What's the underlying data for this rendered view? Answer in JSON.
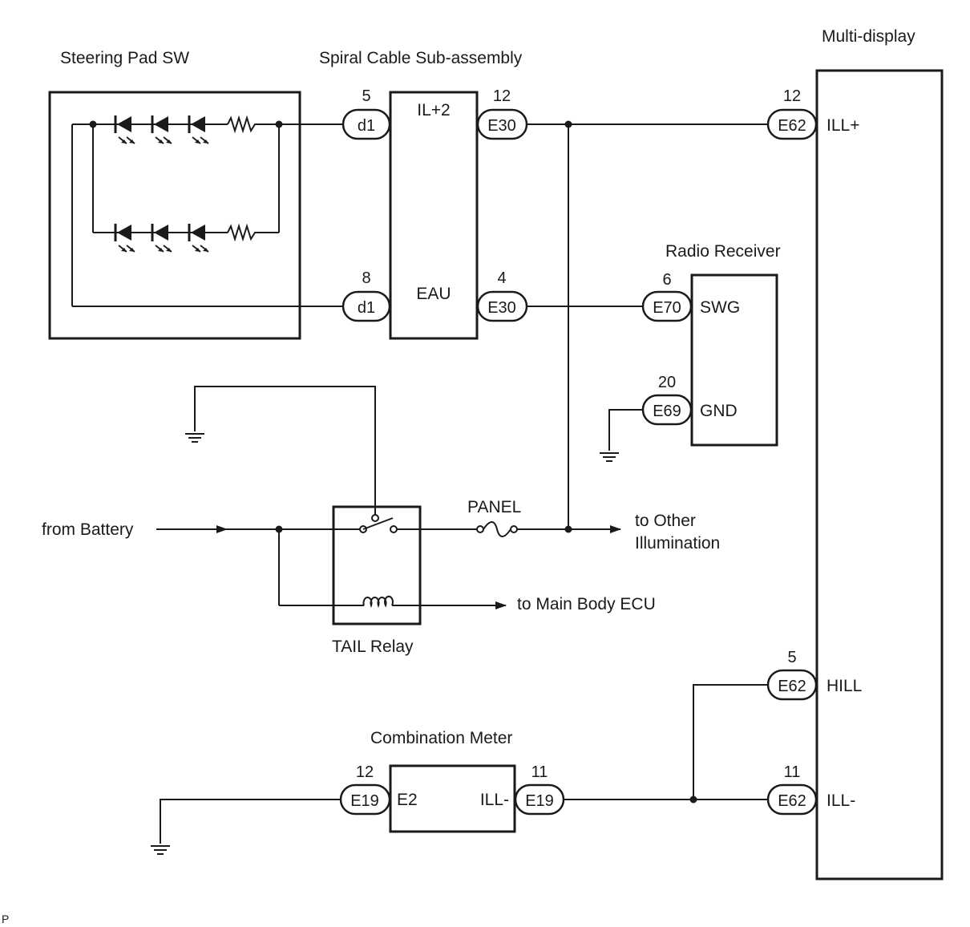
{
  "components": {
    "steering_pad_sw": "Steering Pad SW",
    "spiral_cable": "Spiral Cable Sub-assembly",
    "multi_display": "Multi-display",
    "radio_receiver": "Radio Receiver",
    "tail_relay": "TAIL Relay",
    "combination_meter": "Combination Meter"
  },
  "connectors": {
    "d1_top": {
      "pin": "5",
      "name": "d1"
    },
    "d1_bottom": {
      "pin": "8",
      "name": "d1"
    },
    "e30_top": {
      "pin": "12",
      "name": "E30"
    },
    "e30_bottom": {
      "pin": "4",
      "name": "E30"
    },
    "e62_ill_plus": {
      "pin": "12",
      "name": "E62"
    },
    "e62_hill": {
      "pin": "5",
      "name": "E62"
    },
    "e62_ill_minus": {
      "pin": "11",
      "name": "E62"
    },
    "e70": {
      "pin": "6",
      "name": "E70"
    },
    "e69": {
      "pin": "20",
      "name": "E69"
    },
    "e19_left": {
      "pin": "12",
      "name": "E19"
    },
    "e19_right": {
      "pin": "11",
      "name": "E19"
    }
  },
  "terminals": {
    "il2": "IL+2",
    "eau": "EAU",
    "ill_plus": "ILL+",
    "hill": "HILL",
    "ill_minus": "ILL-",
    "swg": "SWG",
    "gnd": "GND",
    "e2": "E2",
    "meter_ill_minus": "ILL-"
  },
  "labels": {
    "from_battery": "from Battery",
    "panel": "PANEL",
    "to_other_1": "to Other",
    "to_other_2": "Illumination",
    "to_main_body": "to Main Body ECU",
    "corner": "P"
  }
}
